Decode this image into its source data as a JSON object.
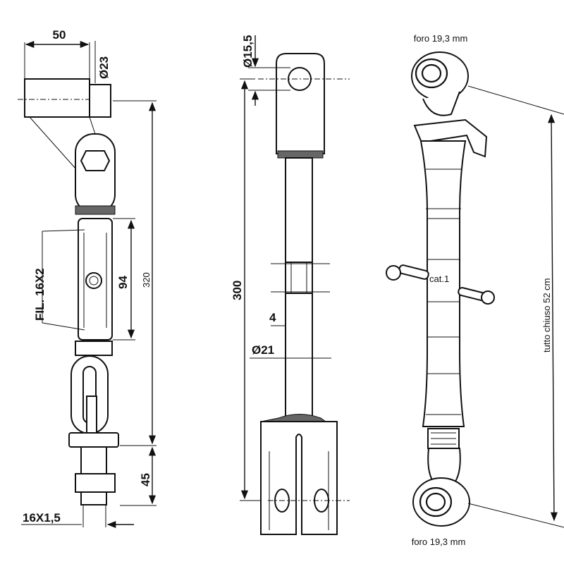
{
  "left_drawing": {
    "dim_width": "50",
    "dim_diameter": "Ø23",
    "dim_thread": "FIL. 16X2",
    "dim_94": "94",
    "dim_320": "320",
    "dim_45": "45",
    "dim_bolt_thread": "16X1,5"
  },
  "middle_drawing": {
    "dim_hole": "Ø15,5",
    "dim_length": "300",
    "dim_4": "4",
    "dim_rod": "Ø21"
  },
  "right_drawing": {
    "top_label": "foro 19,3 mm",
    "pin_label": "cat.1",
    "length_label": "tutto chiuso 52 cm",
    "bottom_label": "foro 19,3 mm"
  }
}
